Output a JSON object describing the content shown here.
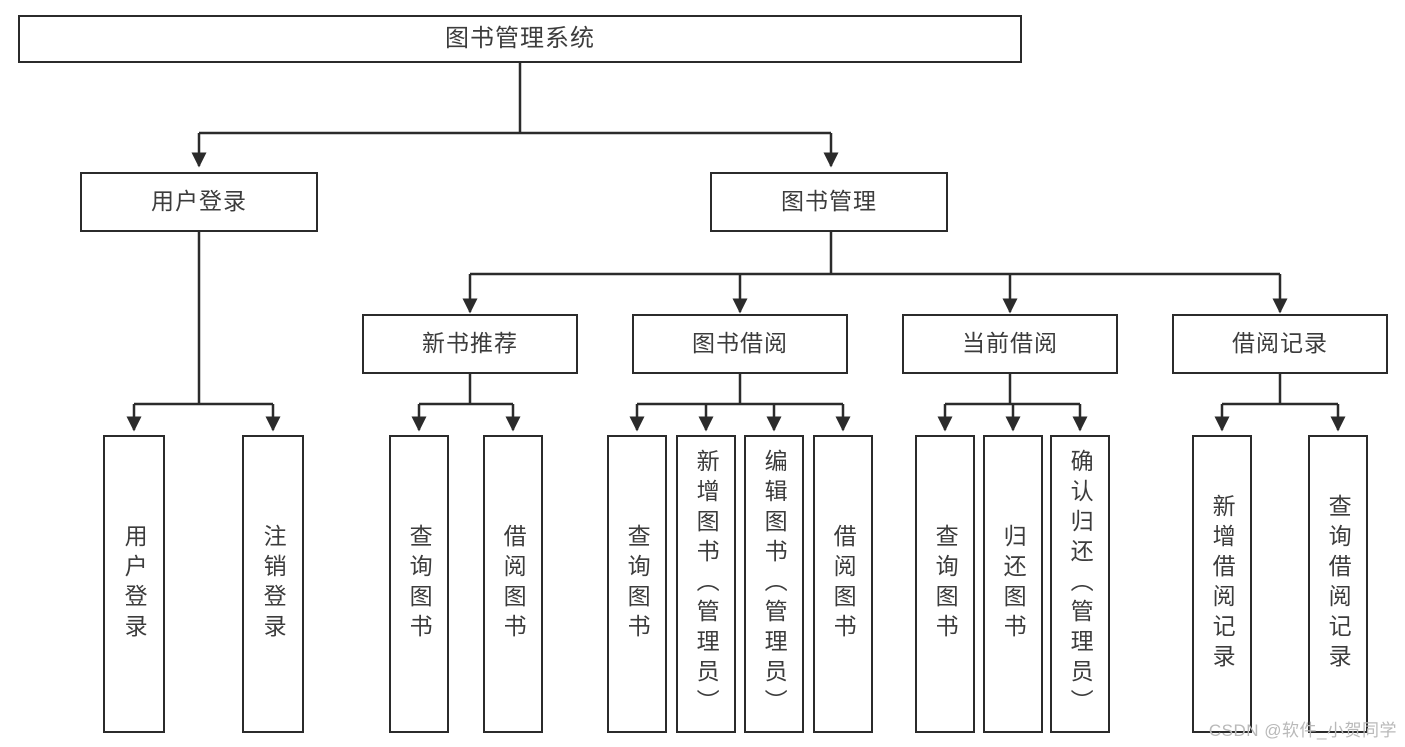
{
  "diagram": {
    "title": "图书管理系统",
    "type": "tree-hierarchy-diagram",
    "colors": {
      "box_border": "#2b2b2b",
      "box_fill": "#ffffff",
      "text": "#3c3c3c",
      "connector": "#2b2b2b",
      "watermark": "#b9b9b9",
      "background": "#ffffff"
    },
    "nodes": {
      "root": {
        "label": "图书管理系统"
      },
      "level2": [
        {
          "label": "用户登录"
        },
        {
          "label": "图书管理"
        }
      ],
      "level3": [
        {
          "label": "新书推荐"
        },
        {
          "label": "图书借阅"
        },
        {
          "label": "当前借阅"
        },
        {
          "label": "借阅记录"
        }
      ],
      "leaves_user_login": [
        {
          "label": "用户登录"
        },
        {
          "label": "注销登录"
        }
      ],
      "leaves_new_book": [
        {
          "label": "查询图书"
        },
        {
          "label": "借阅图书"
        }
      ],
      "leaves_borrow": [
        {
          "label": "查询图书"
        },
        {
          "label": "新增图书（管理员）"
        },
        {
          "label": "编辑图书（管理员）"
        },
        {
          "label": "借阅图书"
        }
      ],
      "leaves_current": [
        {
          "label": "查询图书"
        },
        {
          "label": "归还图书"
        },
        {
          "label": "确认归还（管理员）"
        }
      ],
      "leaves_record": [
        {
          "label": "新增借阅记录"
        },
        {
          "label": "查询借阅记录"
        }
      ]
    },
    "watermark": "CSDN @软件_小贺同学"
  }
}
